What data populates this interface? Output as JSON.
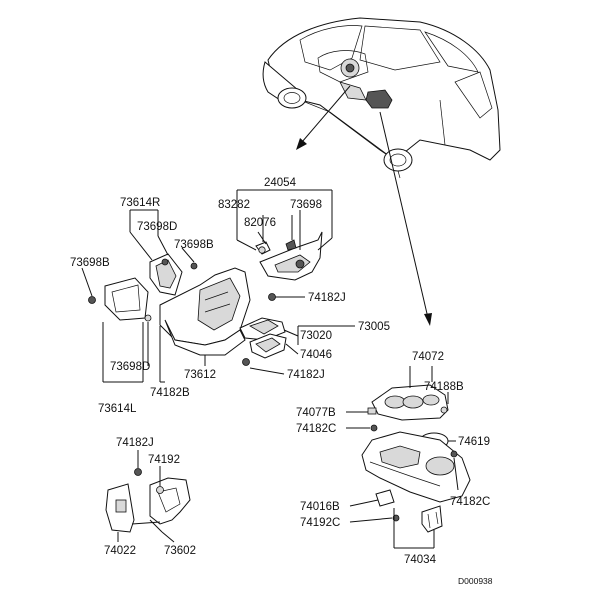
{
  "labels": {
    "p24054": "24054",
    "p73614R": "73614R",
    "p83282": "83282",
    "p82076": "82076",
    "p73698_top": "73698",
    "p73698D_top": "73698D",
    "p73698B_mid": "73698B",
    "p73698B_left": "73698B",
    "p74182J_mid": "74182J",
    "p73020": "73020",
    "p73005": "73005",
    "p74046": "74046",
    "p74182J_low": "74182J",
    "p73612": "73612",
    "p73698D_low": "73698D",
    "p74182B": "74182B",
    "p73614L": "73614L",
    "p74072": "74072",
    "p74188B": "74188B",
    "p74077B": "74077B",
    "p74182C_a": "74182C",
    "p74619": "74619",
    "p74016B": "74016B",
    "p74182C_b": "74182C",
    "p74192C": "74192C",
    "p74034": "74034",
    "p74182J_bl": "74182J",
    "p74192": "74192",
    "p74022": "74022",
    "p73602": "73602"
  },
  "diagram_code": "D000938"
}
